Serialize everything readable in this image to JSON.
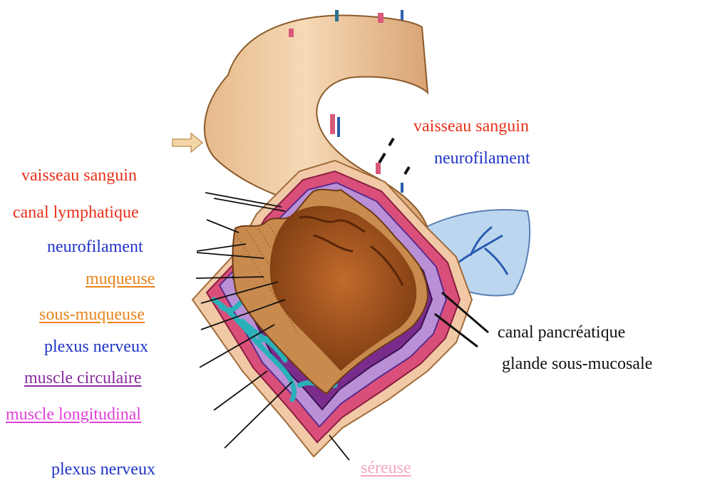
{
  "colors": {
    "red": "#e8311a",
    "blue": "#2034c8",
    "orange": "#e8841a",
    "purple": "#8a2aa0",
    "magenta": "#e040d8",
    "pink": "#f2a7c3",
    "black": "#111111"
  },
  "labels": {
    "left": [
      {
        "id": "vaisseau-sanguin",
        "text": "vaisseau sanguin",
        "color": "red",
        "underline": false
      },
      {
        "id": "canal-lymphatique",
        "text": "canal lymphatique",
        "color": "red",
        "underline": false
      },
      {
        "id": "neurofilament",
        "text": "neurofilament",
        "color": "blue",
        "underline": false
      },
      {
        "id": "muqueuse",
        "text": "muqueuse",
        "color": "orange",
        "underline": true
      },
      {
        "id": "sous-muqueuse",
        "text": "sous-muqueuse",
        "color": "orange",
        "underline": true
      },
      {
        "id": "plexus-nerveux",
        "text": "plexus nerveux",
        "color": "blue",
        "underline": false
      },
      {
        "id": "muscle-circulaire",
        "text": "muscle circulaire",
        "color": "purple",
        "underline": true
      },
      {
        "id": "muscle-longitudinal",
        "text": "muscle longitudinal",
        "color": "magenta",
        "underline": true
      },
      {
        "id": "plexus-nerveux-bottom",
        "text": "plexus nerveux",
        "color": "blue",
        "underline": false
      }
    ],
    "right": [
      {
        "id": "vaisseau-sanguin-right",
        "text": "vaisseau sanguin",
        "color": "red",
        "underline": false
      },
      {
        "id": "neurofilament-right",
        "text": "neurofilament",
        "color": "blue",
        "underline": false
      },
      {
        "id": "canal-pancreatique",
        "text": "canal pancréatique",
        "color": "black",
        "underline": false
      },
      {
        "id": "glande-sous-mucosale",
        "text": "glande sous-mucosale",
        "color": "black",
        "underline": false
      },
      {
        "id": "sereuse",
        "text": "séreuse",
        "color": "pink",
        "underline": true
      }
    ]
  }
}
